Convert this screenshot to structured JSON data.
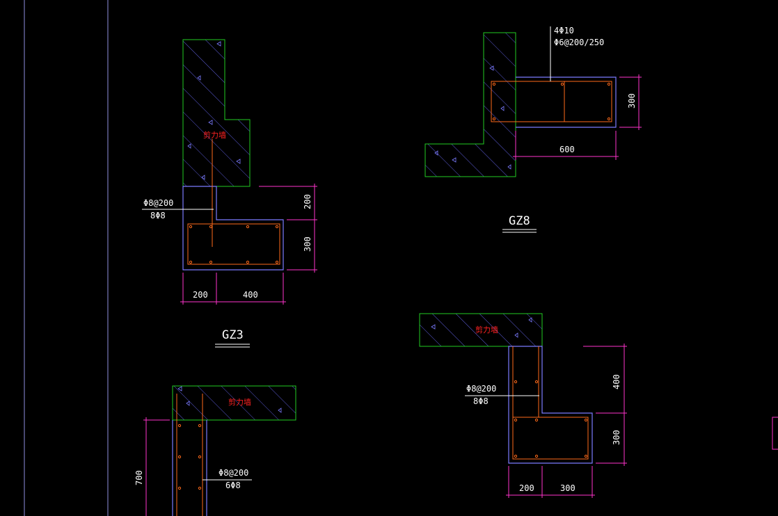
{
  "drawing": {
    "background": "#000000",
    "colors": {
      "wall_outline": "#22cc22",
      "hatch": "#5b5bd6",
      "column_outline": "#7b7bff",
      "rebar": "#ff6a1a",
      "dimension": "#ff33cc",
      "leader": "#ffffff",
      "wall_label": "#ff2222"
    },
    "sections": [
      {
        "id": "GZ3",
        "title": "GZ3",
        "wall_label": "剪力墙",
        "stirrup_note": "Φ8@200",
        "main_bar_note": "8Φ8",
        "dims": {
          "top": "200",
          "bottom": "300",
          "left_width": "200",
          "right_width": "400"
        }
      },
      {
        "id": "GZ8",
        "title": "GZ8",
        "main_bar_note": "4Φ10",
        "stirrup_note": "Φ6@200/250",
        "dims": {
          "height": "300",
          "length": "600"
        }
      },
      {
        "id": "right-lower",
        "wall_label": "剪力墙",
        "stirrup_note": "Φ8@200",
        "main_bar_note": "8Φ8",
        "dims": {
          "upper": "400",
          "lower": "300",
          "left_width": "200",
          "right_width": "300"
        }
      },
      {
        "id": "left-lower",
        "wall_label": "剪力墙",
        "stirrup_note": "Φ8@200",
        "main_bar_note": "6Φ8",
        "dims": {
          "height": "700"
        }
      }
    ]
  }
}
